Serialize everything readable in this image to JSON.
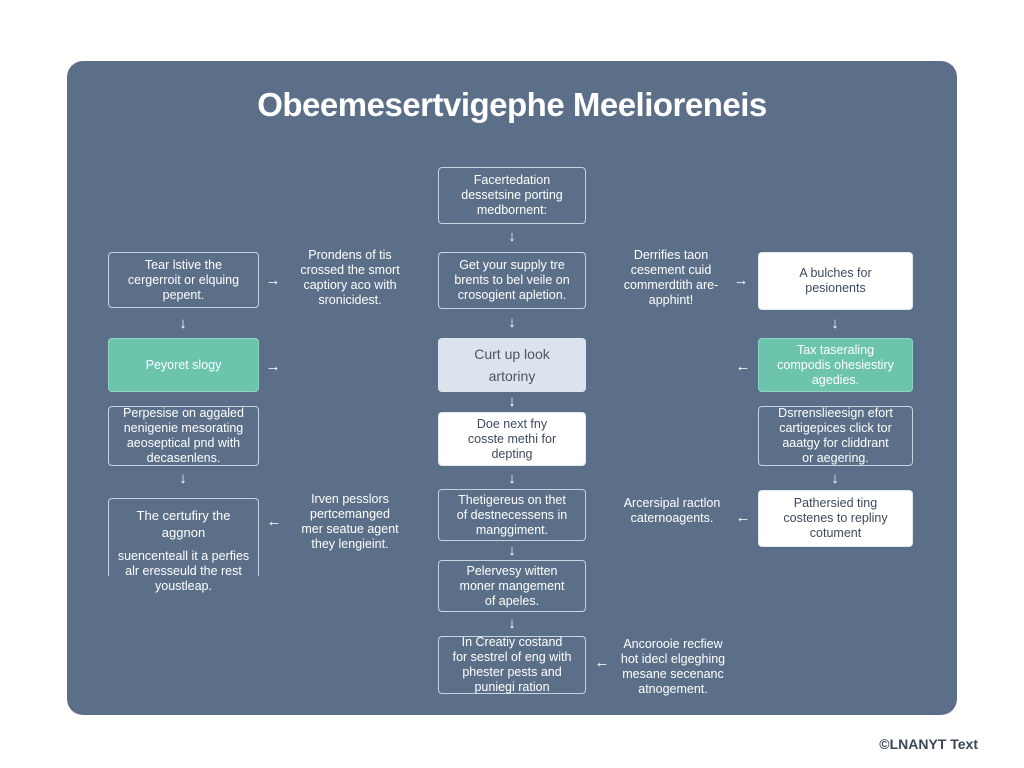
{
  "diagram": {
    "title": "Obeemesertvigephe Meelioreneis",
    "nodes": {
      "c1": "Facertedation\ndessetsine porting\nmedbornent:",
      "c2": "Get your supply tre\nbrents to bel veile on\ncrosogient apletion.",
      "c3": "Curt up look\nartoriny",
      "c4": "Doe next fny\ncosste methi for\ndepting",
      "c5": "Thetigereus on thet\nof destnecessens in\nmanggiment.",
      "c6": "Pelervesy witten\nmoner mangement\nof apeles.",
      "c7": "In Creatiy costand\nfor sestrel of eng with\nphester pests and\npuniegi ration",
      "l1": "Tear lstive the\ncergerroit or elquing\npepent.",
      "l2": "Peyoret slogy",
      "l3": "Perpesise on aggaled\nnenigenie mesorating\naeoseptical pnd with\ndecasenlens.",
      "l4": "The certufiry the\naggnon",
      "l4b": "suencenteall it a perfies\nalr eresseuld the rest\nyoustleap.",
      "t1": "Prondens of tis\ncrossed the smort\ncaptiory aco with\nsronicidest.",
      "t2": "Irven pesslors\npertcemanged\nmer seatue agent\nthey lengieint.",
      "t3": "Derrifies taon\ncesement cuid\ncommerdtith are-\napphint!",
      "t4": "Arcersipal ractlon\ncaternoagents.",
      "t5": "Ancorooie recfiew\nhot idecl elgeghing\nmesane secenanc\natnogement.",
      "r1": "A bulches for\npesionents",
      "r2": "Tax taseraling\ncompodis ohesiestiry\nagedies.",
      "r3": "Dsrrenslieesign efort\ncartigepices click tor\naaatgy for cliddrant\nor aegering.",
      "r4": "Pathersied ting\ncostenes to repliny\ncotument"
    }
  },
  "footer": {
    "brand": "©LNANYT Text"
  },
  "colors": {
    "panel": "#5b6f88",
    "teal": "#6cc4ad",
    "light": "#dde3ec"
  }
}
